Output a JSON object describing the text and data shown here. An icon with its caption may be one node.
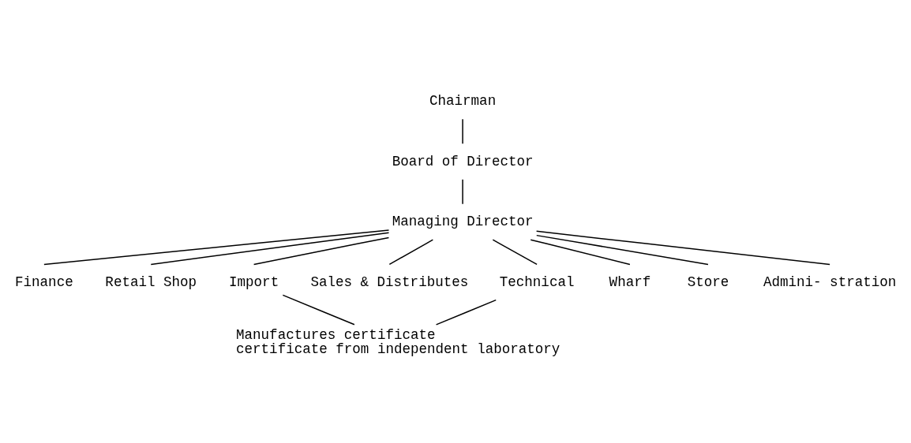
{
  "diagram": {
    "nodes": [
      {
        "text": [
          "Chairman"
        ]
      },
      {
        "text": [
          "Board of Director"
        ]
      },
      {
        "text": [
          "Managing Director"
        ]
      },
      {
        "text": [
          "Finance"
        ]
      },
      {
        "text": [
          "Retail Shop"
        ]
      },
      {
        "text": [
          "Import"
        ]
      },
      {
        "text": [
          "Sales & Distributes"
        ]
      },
      {
        "text": [
          "Technical"
        ]
      },
      {
        "text": [
          "Wharf"
        ]
      },
      {
        "text": [
          "Store"
        ]
      },
      {
        "text": [
          "Admini- stration"
        ]
      },
      {
        "text": [
          "Manufactures certificate",
          "certificate from independent laboratory"
        ]
      }
    ],
    "edges": [
      {
        "from": 0,
        "to": 1,
        "arrow": "none"
      },
      {
        "from": 1,
        "to": 2,
        "arrow": "none"
      },
      {
        "from": 2,
        "to": 3,
        "arrow": "none"
      },
      {
        "from": 2,
        "to": 4,
        "arrow": "none"
      },
      {
        "from": 2,
        "to": 5,
        "arrow": "none"
      },
      {
        "from": 2,
        "to": 6,
        "arrow": "none"
      },
      {
        "from": 2,
        "to": 7,
        "arrow": "none"
      },
      {
        "from": 2,
        "to": 8,
        "arrow": "none"
      },
      {
        "from": 2,
        "to": 9,
        "arrow": "none"
      },
      {
        "from": 2,
        "to": 10,
        "arrow": "none"
      },
      {
        "from": 5,
        "to": 11,
        "arrow": "none"
      },
      {
        "from": 7,
        "to": 11,
        "arrow": "none"
      }
    ]
  }
}
